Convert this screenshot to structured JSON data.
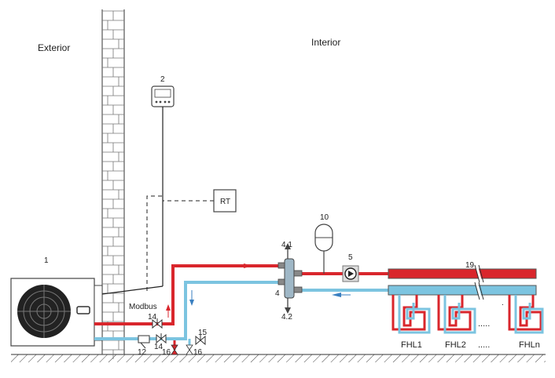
{
  "zones": {
    "exterior": "Exterior",
    "interior": "Interior"
  },
  "devices": {
    "heat_pump": "1",
    "controller": "2",
    "room_thermostat": "RT",
    "buffer": "4",
    "buffer_top": "4.1",
    "buffer_bottom": "4.2",
    "pump": "5",
    "expansion_vessel": "10",
    "filter": "12",
    "valve_a": "14",
    "valve_b": "14",
    "valve_c": "15",
    "drain_a": "16",
    "drain_b": "16",
    "manifold": "19"
  },
  "bus_label": "Modbus",
  "loops": [
    "FHL1",
    "FHL2",
    "FHLn"
  ],
  "dots": ".....",
  "colors": {
    "supply": "#d9262c",
    "return": "#7cc4e0",
    "wall": "#555555"
  }
}
